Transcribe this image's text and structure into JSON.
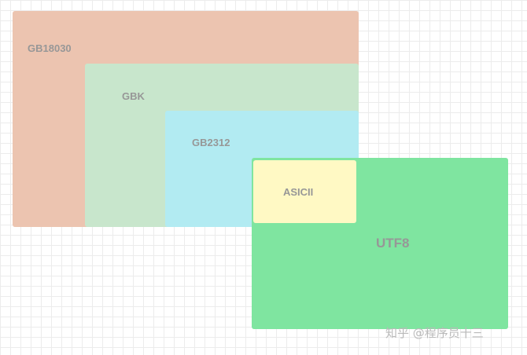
{
  "colors": {
    "gb18030": "#ecc4b0",
    "gbk": "#c8e6cc",
    "gb2312": "#b2ebf2",
    "utf8": "#7fe5a0",
    "ascii": "#fff9c4"
  },
  "labels": {
    "gb18030": "GB18030",
    "gbk": "GBK",
    "gb2312": "GB2312",
    "ascii": "ASICII",
    "utf8": "UTF8"
  },
  "watermark": "知乎 @程序员十三"
}
